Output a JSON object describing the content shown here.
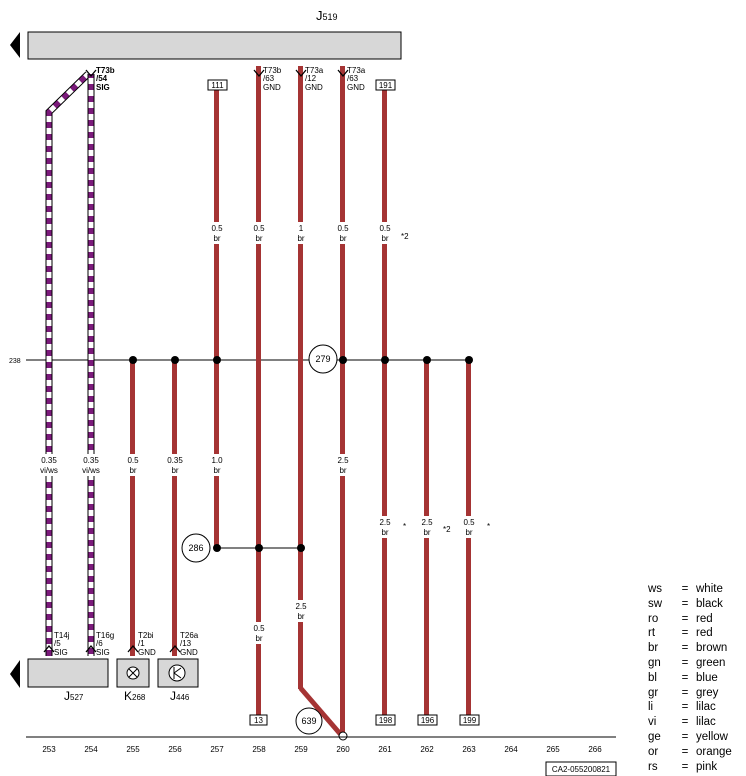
{
  "control_units": {
    "top": {
      "name": "J",
      "sub": "519"
    },
    "bottom_left": {
      "name": "J",
      "sub": "527"
    },
    "k268": {
      "name": "K",
      "sub": "268"
    },
    "j446": {
      "name": "J",
      "sub": "446"
    }
  },
  "ruler_reference": "238",
  "drawing_number": "CA2-055200821",
  "connector_labels": {
    "t73b_54": [
      "T73b",
      "/54",
      "SIG"
    ],
    "t73b_63": [
      "T73b",
      "/63",
      "GND"
    ],
    "t73a_12": [
      "T73a",
      "/12",
      "GND"
    ],
    "t73a_63": [
      "T73a",
      "/63",
      "GND"
    ],
    "t14j_5": [
      "T14j",
      "/5",
      "SIG"
    ],
    "t16g_6": [
      "T16g",
      "/6",
      "SIG"
    ],
    "t2bi_1": [
      "T2bi",
      "/1",
      "GND"
    ],
    "t26a_13": [
      "T26a",
      "/13",
      "GND"
    ]
  },
  "wire_labels": {
    "c257_top": [
      "0.5",
      "br"
    ],
    "c258_top": [
      "0.5",
      "br"
    ],
    "c259_top": [
      "1",
      "br"
    ],
    "c260_top": [
      "0.5",
      "br"
    ],
    "c261_top": [
      "0.5",
      "br"
    ],
    "c253_mid": [
      "0.35",
      "vi/ws"
    ],
    "c254_mid": [
      "0.35",
      "vi/ws"
    ],
    "c255_mid": [
      "0.5",
      "br"
    ],
    "c256_mid": [
      "0.35",
      "br"
    ],
    "c257_mid": [
      "1.0",
      "br"
    ],
    "c260_mid": [
      "2.5",
      "br"
    ],
    "c261_low": [
      "2.5",
      "br"
    ],
    "c262_low": [
      "2.5",
      "br"
    ],
    "c263_low": [
      "0.5",
      "br"
    ],
    "c258_low": [
      "0.5",
      "br"
    ],
    "c259_low": [
      "2.5",
      "br"
    ]
  },
  "footnote_marks": {
    "c261_top": "*2",
    "c261_low": "*",
    "c262_low": "*2",
    "c263_low": "*"
  },
  "ref_boxes": {
    "c257_top": "111",
    "c261_top": "191",
    "c258_bottom": "13",
    "c261_bottom": "198",
    "c262_bottom": "196",
    "c263_bottom": "199"
  },
  "ground_points": {
    "g279": "279",
    "g286": "286",
    "g639": "639"
  },
  "column_numbers": [
    "253",
    "254",
    "255",
    "256",
    "257",
    "258",
    "259",
    "260",
    "261",
    "262",
    "263",
    "264",
    "265",
    "266"
  ],
  "legend": [
    {
      "code": "ws",
      "name": "white"
    },
    {
      "code": "sw",
      "name": "black"
    },
    {
      "code": "ro",
      "name": "red"
    },
    {
      "code": "rt",
      "name": "red"
    },
    {
      "code": "br",
      "name": "brown"
    },
    {
      "code": "gn",
      "name": "green"
    },
    {
      "code": "bl",
      "name": "blue"
    },
    {
      "code": "gr",
      "name": "grey"
    },
    {
      "code": "li",
      "name": "lilac"
    },
    {
      "code": "vi",
      "name": "lilac"
    },
    {
      "code": "ge",
      "name": "yellow"
    },
    {
      "code": "or",
      "name": "orange"
    },
    {
      "code": "rs",
      "name": "pink"
    }
  ],
  "legend_separator": "=",
  "colors": {
    "brown_wire": "#a53434",
    "violet_wire": "#7a1a7a",
    "unit_fill": "#d7d7d7",
    "ruler_text": "#1a5c1a"
  }
}
